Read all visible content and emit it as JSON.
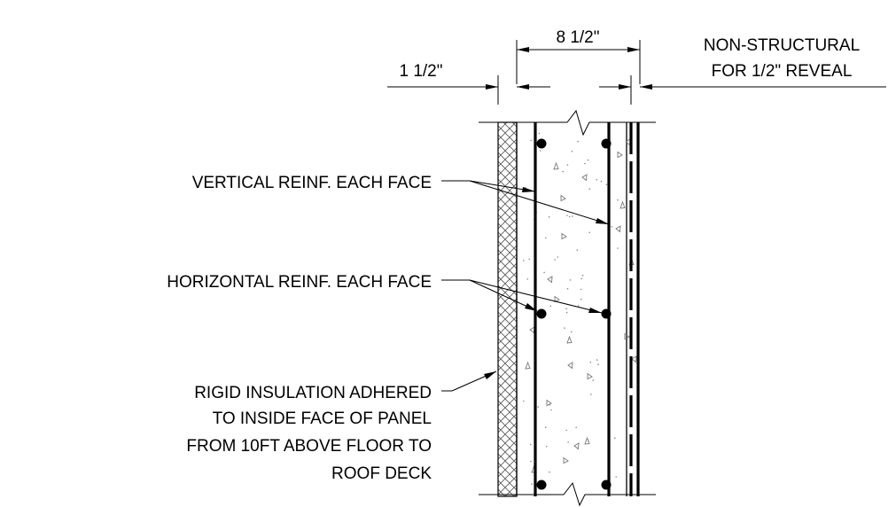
{
  "dimensions": {
    "overall": "8 1/2\"",
    "insulation": "1 1/2\"",
    "reveal_line1": "NON-STRUCTURAL",
    "reveal_line2": "FOR 1/2\" REVEAL"
  },
  "notes": {
    "vertical": "VERTICAL REINF. EACH FACE",
    "horizontal": "HORIZONTAL REINF. EACH FACE",
    "insulation_lines": [
      "RIGID INSULATION ADHERED",
      "TO INSIDE FACE OF PANEL",
      "FROM 10FT ABOVE FLOOR TO",
      "ROOF DECK"
    ]
  }
}
